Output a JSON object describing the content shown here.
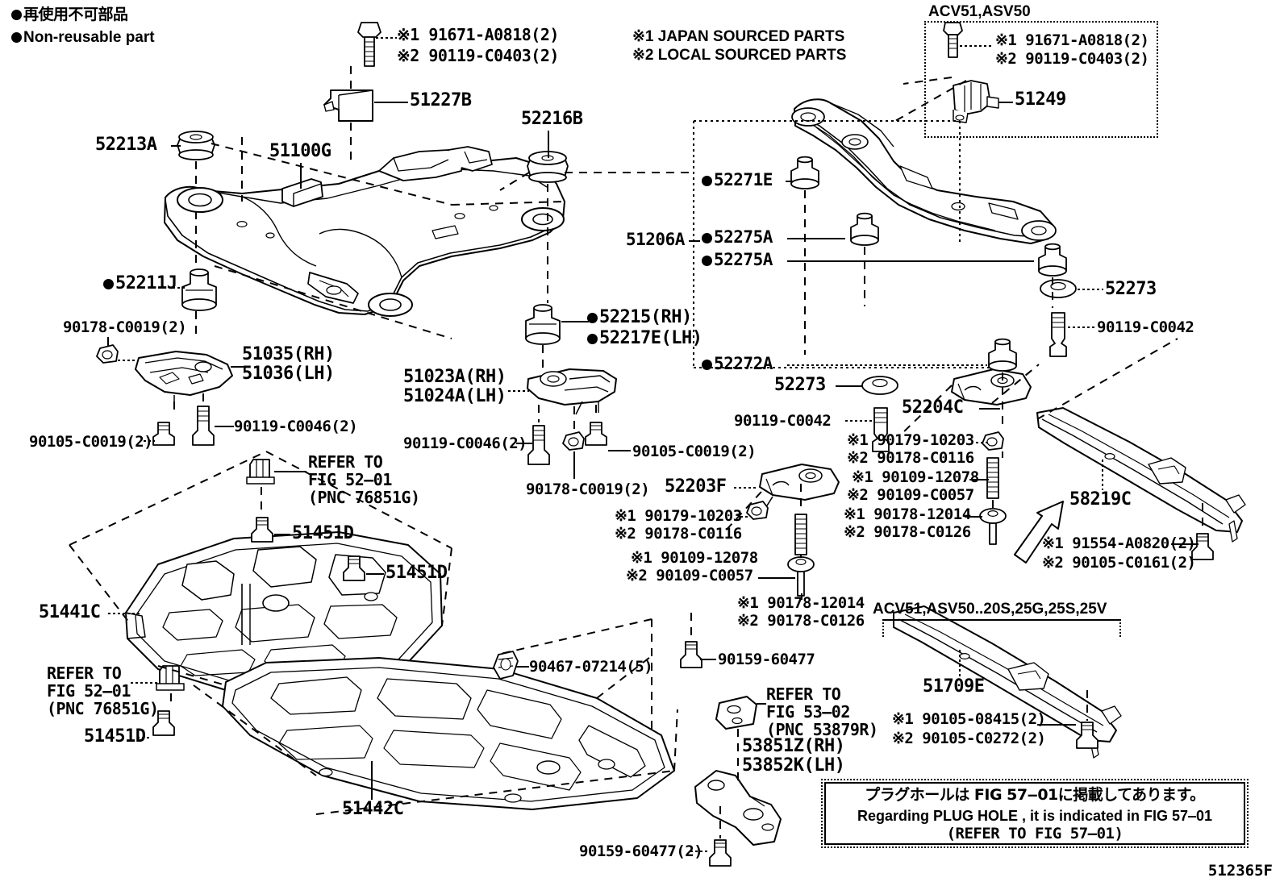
{
  "sheet": {
    "id": "512365F",
    "legend": [
      {
        "symbol": "filled-circle",
        "text_jp": "再使用不可部品"
      },
      {
        "symbol": "filled-circle",
        "text_en": "Non-reusable part"
      }
    ],
    "source_notes": [
      "※1 JAPAN SOURCED PARTS",
      "※2 LOCAL SOURCED PARTS"
    ]
  },
  "insets": {
    "acv51_asv50": {
      "header": "ACV51,ASV50",
      "bolt_note_1": "※1 91671-A0818(2)",
      "bolt_note_2": "※2 90119-C0403(2)",
      "part": "51249"
    },
    "acv51_asv50_grades": {
      "header": "ACV51,ASV50..20S,25G,25S,25V",
      "part": "51709E"
    },
    "plug_hole_note": {
      "line_jp": "プラグホールは FIG 57‒01に掲載してあります。",
      "line_en": "Regarding  PLUG  HOLE , it is indicated in FIG  57‒01",
      "line_ref": "(REFER TO FIG 57‒01)"
    }
  },
  "labels": {
    "bolt_top_1": "※1 91671-A0818(2)",
    "bolt_top_2": "※2 90119-C0403(2)",
    "p_51227B": "51227B",
    "p_52216B": "52216B",
    "p_52213A": "52213A",
    "p_51100G": "51100G",
    "p_52211J": "52211J",
    "p_90178_C0019_left": "90178-C0019(2)",
    "p_51035_RH": "51035(RH)",
    "p_51036_LH": "51036(LH)",
    "p_90105_C0019_left": "90105-C0019(2)",
    "p_90119_C0046_left": "90119-C0046(2)",
    "p_52215_RH": "52215(RH)",
    "p_52217E_LH": "52217E(LH)",
    "p_51023A_RH": "51023A(RH)",
    "p_51024A_LH": "51024A(LH)",
    "p_90119_C0046_center": "90119-C0046(2)",
    "p_90105_C0019_center": "90105-C0019(2)",
    "p_90178_C0019_center": "90178-C0019(2)",
    "p_51206A": "51206A",
    "p_52271E": "52271E",
    "p_52275A_a": "52275A",
    "p_52275A_b": "52275A",
    "p_52272A": "52272A",
    "p_52273_right": "52273",
    "p_90119_C0042_right": "90119-C0042",
    "p_52273_center": "52273",
    "p_90119_C0042_center": "90119-C0042",
    "p_52204C": "52204C",
    "p_52203F": "52203F",
    "p_58219C": "58219C",
    "grp_52203F_1": "※1 90179-10203",
    "grp_52203F_2": "※2 90178-C0116",
    "grp_52203F_3": "※1 90109-12078",
    "grp_52203F_4": "※2 90109-C0057",
    "grp_52203F_5": "※1 90178-12014",
    "grp_52203F_6": "※2 90178-C0126",
    "grp_52204C_1": "※1 90179-10203",
    "grp_52204C_2": "※2 90178-C0116",
    "grp_52204C_3": "※1 90109-12078",
    "grp_52204C_4": "※2 90109-C0057",
    "grp_52204C_5": "※1 90178-12014",
    "grp_52204C_6": "※2 90178-C0126",
    "grp_58219C_1": "※1 91554-A0820(2)",
    "grp_58219C_2": "※2 90105-C0161(2)",
    "grp_51709E_1": "※1 90105-08415(2)",
    "grp_51709E_2": "※2 90105-C0272(2)",
    "refer_52_01_top_a": "REFER TO",
    "refer_52_01_top_b": "FIG 52‒01",
    "refer_52_01_top_c": "(PNC 76851G)",
    "refer_52_01_bot_a": "REFER TO",
    "refer_52_01_bot_b": "FIG 52‒01",
    "refer_52_01_bot_c": "(PNC 76851G)",
    "p_51451D_a": "51451D",
    "p_51451D_b": "51451D",
    "p_51451D_c": "51451D",
    "p_51441C": "51441C",
    "p_51442C": "51442C",
    "p_90467_07214": "90467-07214(5)",
    "p_90159_60477_single": "90159-60477",
    "p_90159_60477_two": "90159-60477(2)",
    "refer_53_02_a": "REFER TO",
    "refer_53_02_b": "FIG 53‒02",
    "refer_53_02_c": "(PNC 53879R)",
    "p_53851Z_RH": "53851Z(RH)",
    "p_53852K_LH": "53852K(LH)"
  }
}
